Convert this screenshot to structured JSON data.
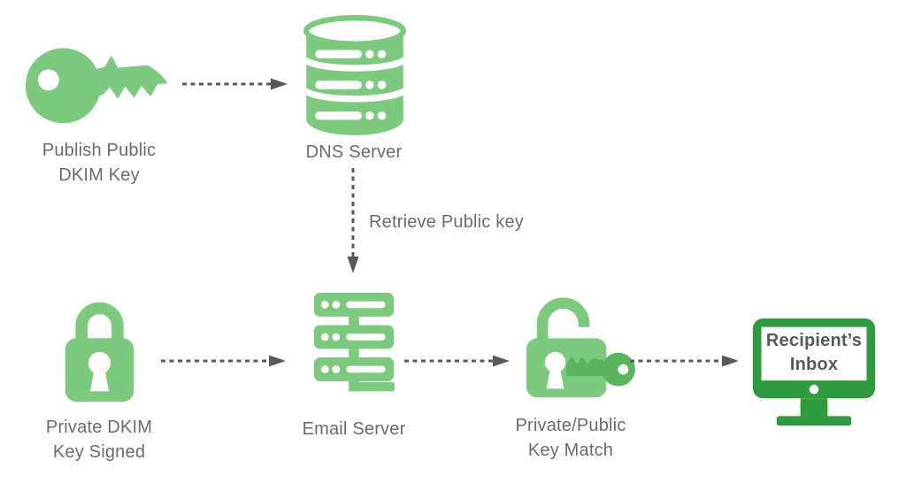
{
  "diagram": {
    "nodes": {
      "publish_public_dkim_key": {
        "icon": "key-icon",
        "label": "Publish Public\nDKIM Key"
      },
      "dns_server": {
        "icon": "database-icon",
        "label": "DNS Server"
      },
      "private_dkim_key_signed": {
        "icon": "padlock-locked-icon",
        "label": "Private DKIM\nKey Signed"
      },
      "email_server": {
        "icon": "server-icon",
        "label": "Email Server"
      },
      "private_public_key_match": {
        "icon": "padlock-unlocked-key-icon",
        "label": "Private/Public\nKey Match"
      },
      "recipients_inbox": {
        "icon": "monitor-icon",
        "label": "Recipient’s\nInbox"
      }
    },
    "edge_labels": {
      "retrieve_public_key": "Retrieve Public key"
    },
    "colors": {
      "icon_green": "#7CCA7E",
      "key_green": "#58B55D",
      "monitor_green": "#2E9B3F",
      "arrow_gray": "#58595B",
      "label_gray": "#6A6B6E"
    }
  }
}
